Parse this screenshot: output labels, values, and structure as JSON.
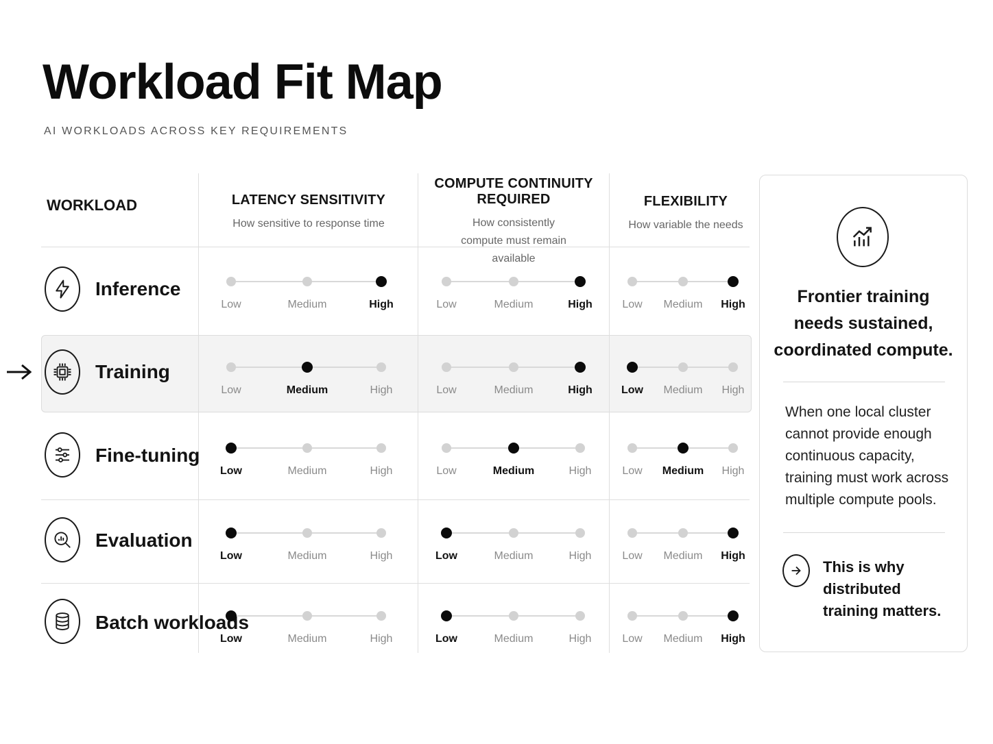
{
  "header": {
    "title": "Workload Fit Map",
    "subtitle": "AI WORKLOADS ACROSS KEY REQUIREMENTS"
  },
  "table": {
    "workload_header": "WORKLOAD",
    "levels": [
      "Low",
      "Medium",
      "High"
    ],
    "columns": [
      {
        "title": "LATENCY SENSITIVITY",
        "subtitle": "How sensitive to response time"
      },
      {
        "title": "COMPUTE CONTINUITY REQUIRED",
        "subtitle": "How consistently compute must remain available"
      },
      {
        "title": "FLEXIBILITY",
        "subtitle": "How variable the needs"
      }
    ],
    "rows": [
      {
        "name": "Inference",
        "icon": "lightning-icon",
        "values": [
          "High",
          "High",
          "High"
        ],
        "highlighted": false
      },
      {
        "name": "Training",
        "icon": "chip-icon",
        "values": [
          "Medium",
          "High",
          "Low"
        ],
        "highlighted": true
      },
      {
        "name": "Fine-tuning",
        "icon": "sliders-icon",
        "values": [
          "Low",
          "Medium",
          "Medium"
        ],
        "highlighted": false
      },
      {
        "name": "Evaluation",
        "icon": "magnifier-chart-icon",
        "values": [
          "Low",
          "Low",
          "High"
        ],
        "highlighted": false
      },
      {
        "name": "Batch workloads",
        "icon": "database-icon",
        "values": [
          "Low",
          "Low",
          "High"
        ],
        "highlighted": false
      }
    ]
  },
  "panel": {
    "icon": "growth-chart-icon",
    "headline": "Frontier training needs sustained, coordinated compute.",
    "body": "When one local cluster cannot provide enough continuous capacity, training must work across multiple compute pools.",
    "cta_icon": "arrow-right-circle-icon",
    "cta": "This is why distributed training matters."
  },
  "colors": {
    "active_dot": "#0b0b0b",
    "inactive_dot": "#d2d2d2",
    "highlight_row": "#f3f3f3"
  }
}
